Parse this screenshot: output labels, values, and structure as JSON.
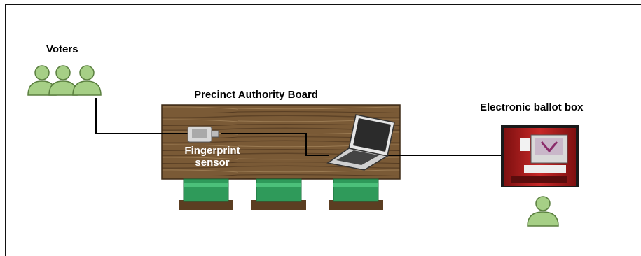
{
  "labels": {
    "voters": "Voters",
    "board": "Precinct Authority Board",
    "ballot_box": "Electronic ballot box",
    "sensor_line1": "Fingerprint",
    "sensor_line2": "sensor"
  },
  "colors": {
    "person_fill": "#a6cf86",
    "person_stroke": "#5a7f3f",
    "wood": "#7a5a36",
    "chair_green": "#2f9a5a",
    "booth_red": "#b01f1f",
    "connector": "#000000"
  },
  "icons": [
    "voters-group-icon",
    "fingerprint-sensor-icon",
    "laptop-icon",
    "ballot-box-photo",
    "operator-person-icon",
    "chair-icon"
  ]
}
